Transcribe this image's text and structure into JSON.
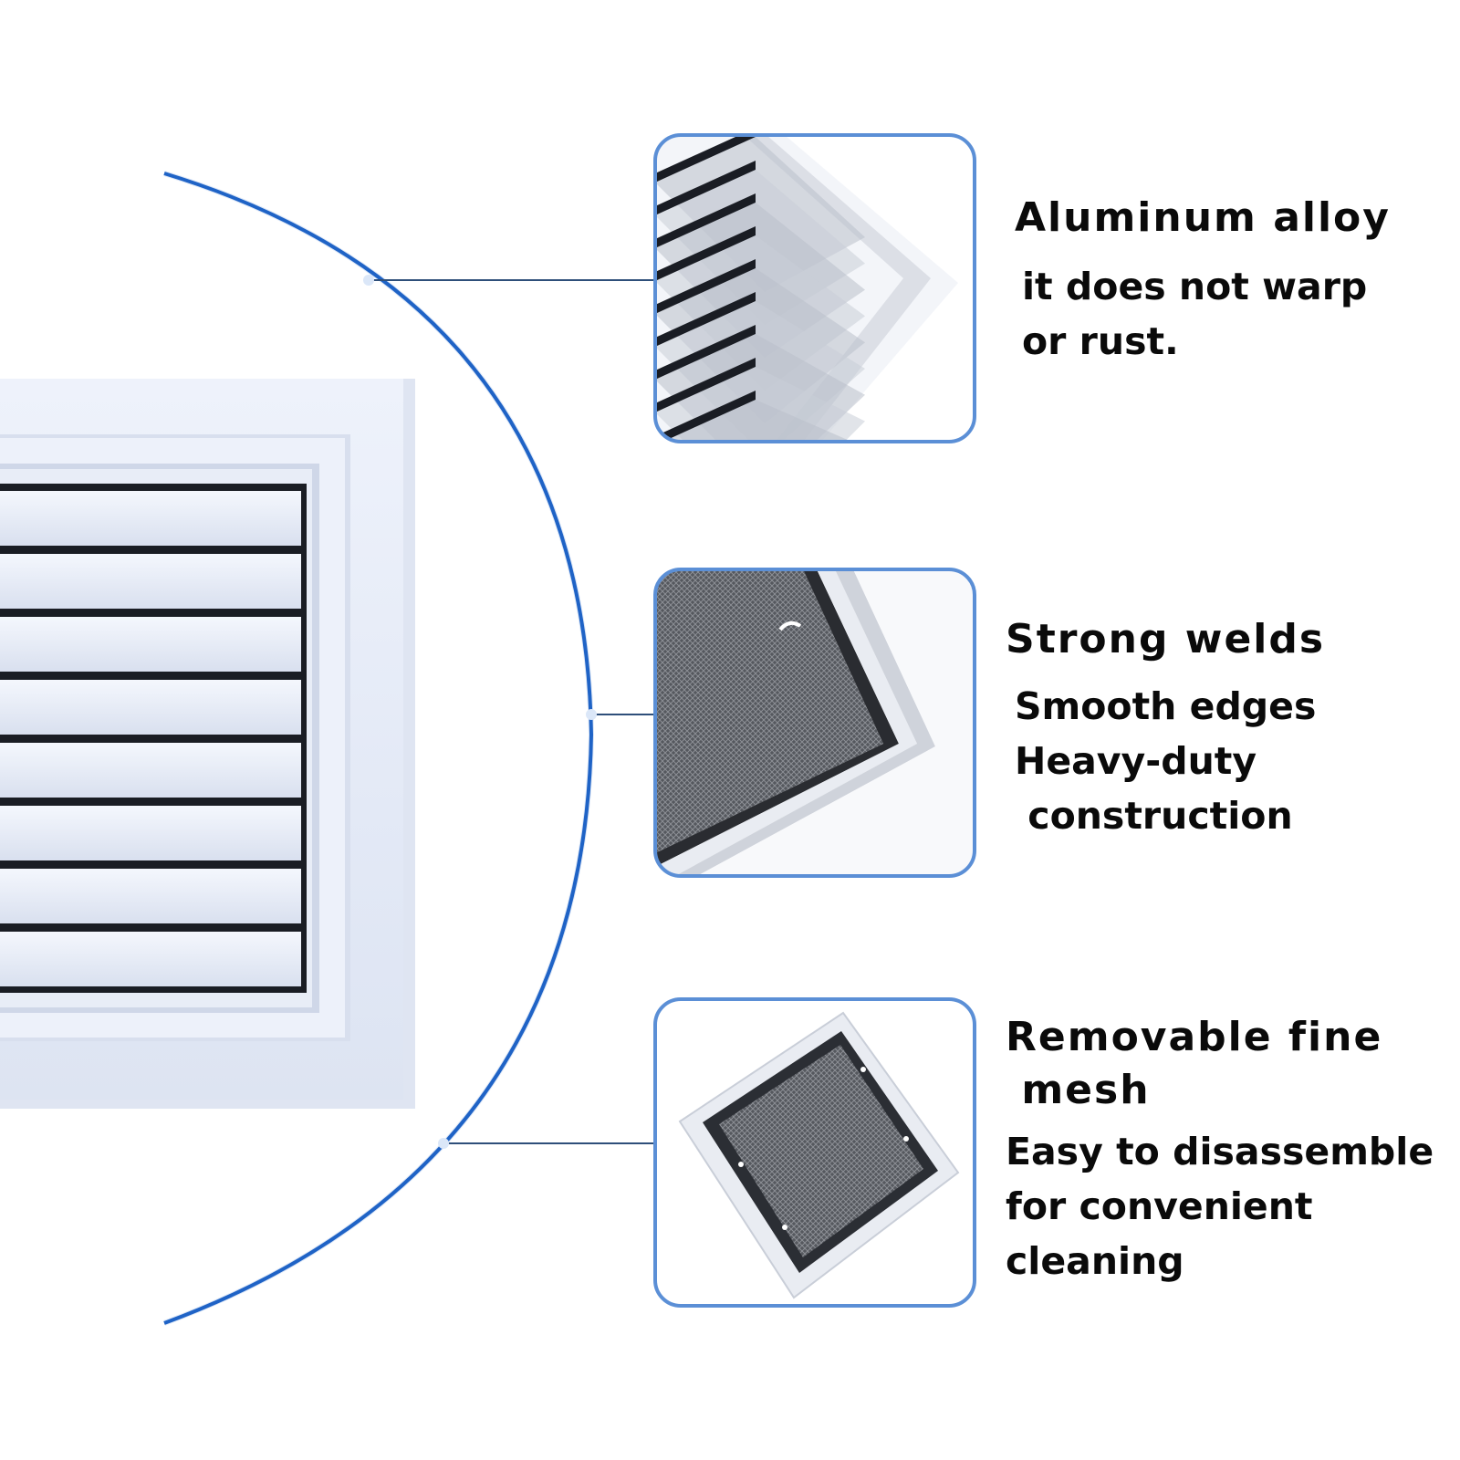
{
  "colors": {
    "accent_blue": "#1f63c6",
    "frame_blue": "#5b8fd6",
    "grille_white": "#e6ecf8",
    "slot_dark": "#1a1d24",
    "mesh_gray": "#6d7075"
  },
  "features": [
    {
      "title": "Aluminum alloy",
      "description": "it does not warp\nor rust.",
      "thumbnail": "grille-corner-closeup"
    },
    {
      "title": "Strong welds",
      "description": "Smooth edges\nHeavy-duty\n construction",
      "thumbnail": "mesh-corner-closeup"
    },
    {
      "title": "Removable fine\n mesh",
      "description": "Easy to disassemble\nfor convenient\ncleaning",
      "thumbnail": "filter-grille-overview"
    }
  ]
}
